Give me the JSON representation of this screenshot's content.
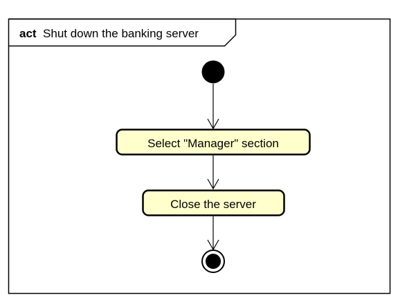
{
  "frame": {
    "keyword": "act",
    "name": "Shut down the banking server"
  },
  "nodes": {
    "initial": {
      "type": "initial-node"
    },
    "action_1": {
      "type": "action",
      "label": "Select \"Manager\" section"
    },
    "action_2": {
      "type": "action",
      "label": "Close the server"
    },
    "final": {
      "type": "activity-final-node"
    }
  },
  "flows": [
    {
      "from": "initial",
      "to": "action_1"
    },
    {
      "from": "action_1",
      "to": "action_2"
    },
    {
      "from": "action_2",
      "to": "final"
    }
  ],
  "colors": {
    "line": "#000000",
    "action_fill": "#ffffcc",
    "background": "#ffffff"
  }
}
